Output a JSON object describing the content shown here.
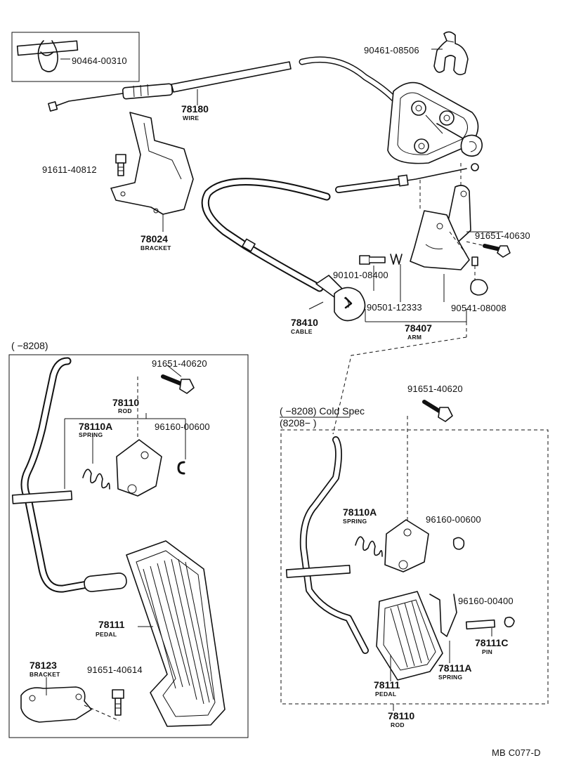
{
  "labels": {
    "clip_top": "90464-00310",
    "clip_right": "90461-08506",
    "wire_no": "78180",
    "wire_cap": "WIRE",
    "bolt_bracket": "91611-40812",
    "bracket_no": "78024",
    "bracket_cap": "BRACKET",
    "bolt_arm": "91651-40630",
    "bolt_90101": "90101-08400",
    "spring_90501": "90501-12333",
    "nut_90541": "90541-08008",
    "cable_no": "78410",
    "cable_cap": "CABLE",
    "arm_no": "78407",
    "arm_cap": "ARM"
  },
  "left_panel": {
    "header": "(        −8208)",
    "bolt": "91651-40620",
    "rod_no": "78110",
    "rod_cap": "ROD",
    "spring_no": "78110A",
    "spring_cap": "SPRING",
    "clip": "96160-00600",
    "pedal_no": "78111",
    "pedal_cap": "PEDAL",
    "bracket_no": "78123",
    "bracket_cap": "BRACKET",
    "bolt2": "91651-40614"
  },
  "right_panel": {
    "bolt": "91651-40620",
    "header1": "(        −8208)  Cold Spec",
    "header2": "(8208−        )",
    "spring_no": "78110A",
    "spring_cap": "SPRING",
    "clip": "96160-00600",
    "clip2": "96160-00400",
    "pin_no": "78111C",
    "pin_cap": "PIN",
    "spring2_no": "78111A",
    "spring2_cap": "SPRING",
    "pedal_no": "78111",
    "pedal_cap": "PEDAL",
    "rod_no": "78110",
    "rod_cap": "ROD"
  },
  "footer": {
    "code": "MB C077-D"
  }
}
